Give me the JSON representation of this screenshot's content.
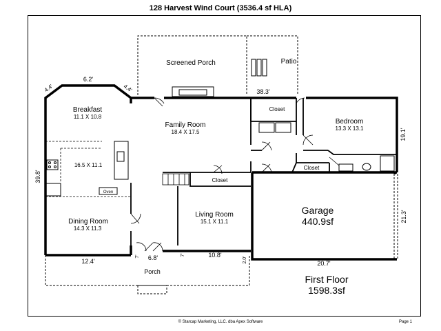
{
  "title": "128 Harvest Wind Court (3536.4 sf HLA)",
  "footer": {
    "copyright": "© Starcap Marketing, LLC. dba Apex Software",
    "page": "Page 1"
  },
  "rooms": {
    "screened_porch": "Screened Porch",
    "patio": "Patio",
    "breakfast": {
      "name": "Breakfast",
      "dims": "11.1 X 10.8"
    },
    "family_room": {
      "name": "Family Room",
      "dims": "18.4 X 17.5"
    },
    "kitchen": {
      "dims": "16.5 X 11.1"
    },
    "oven": "Oven",
    "closet_top": "Closet",
    "closet_mid": "Closet",
    "closet_bath": "Closet",
    "bedroom": {
      "name": "Bedroom",
      "dims": "13.3 X 13.1"
    },
    "dining_room": {
      "name": "Dining Room",
      "dims": "14.3 X 11.3"
    },
    "living_room": {
      "name": "Living Room",
      "dims": "15.1 X 11.1"
    },
    "garage": {
      "name": "Garage",
      "area": "440.9sf"
    },
    "porch": "Porch"
  },
  "dimensions": {
    "top_bay": "6.2'",
    "bay_left_diag": "4.4'",
    "bay_right_diag": "4.4'",
    "patio_width": "38.3'",
    "left_side": "39.8'",
    "bedroom_side": "19.1'",
    "garage_side": "21.3'",
    "bottom_left": "12.4'",
    "entry_width": "6.8'",
    "entry_left_small": "7'",
    "entry_right_small": "7'",
    "bottom_mid": "10.8'",
    "porch_side": "2.0'",
    "garage_bottom": "20.7'"
  },
  "floor_summary": {
    "label": "First Floor",
    "area": "1598.3sf"
  }
}
